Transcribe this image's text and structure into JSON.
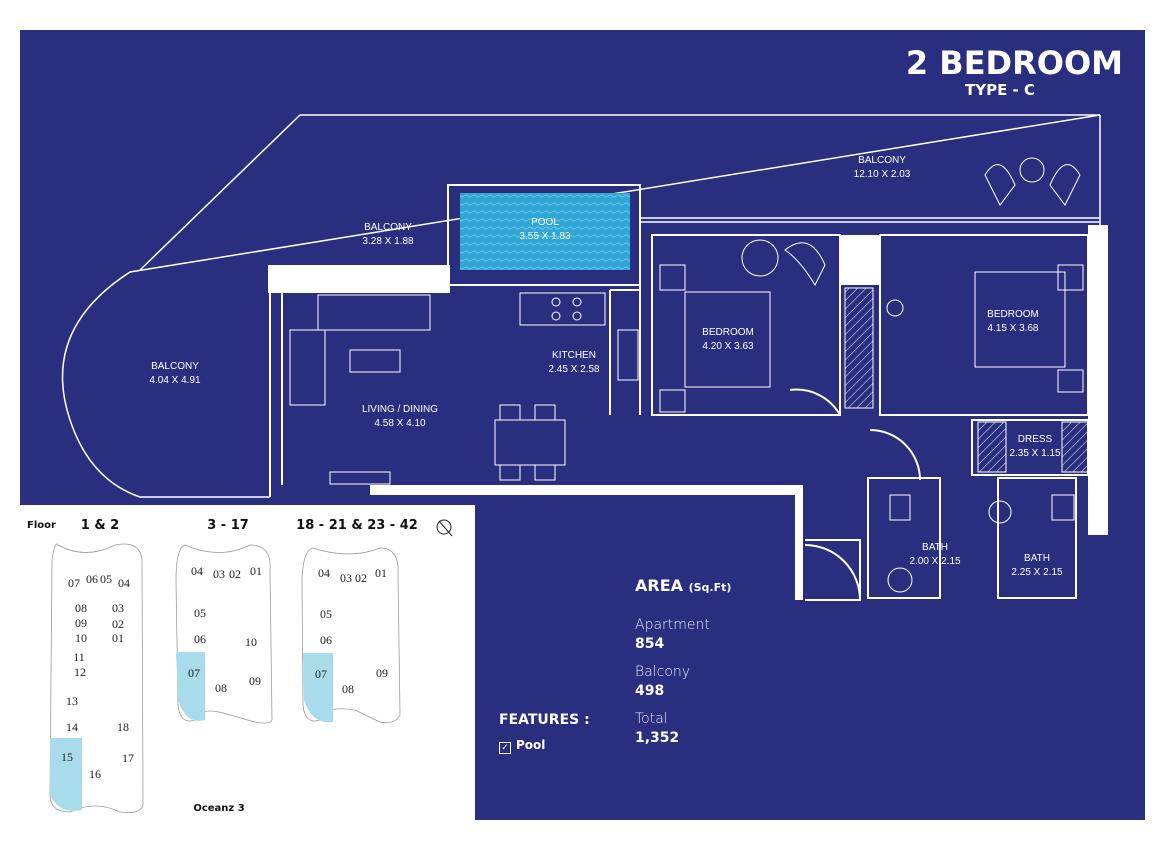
{
  "title": {
    "main": "2 BEDROOM",
    "sub": "TYPE - C"
  },
  "rooms": [
    {
      "name": "BALCONY",
      "size": "12.10 X 2.03"
    },
    {
      "name": "BALCONY",
      "size": "3.28 X 1.88"
    },
    {
      "name": "POOL",
      "size": "3.55 X 1.83"
    },
    {
      "name": "BALCONY",
      "size": "4.04 X 4.91"
    },
    {
      "name": "KITCHEN",
      "size": "2.45 X 2.58"
    },
    {
      "name": "LIVING / DINING",
      "size": "4.58 X 4.10"
    },
    {
      "name": "BEDROOM",
      "size": "4.20 X 3.63"
    },
    {
      "name": "BEDROOM",
      "size": "4.15 X 3.68"
    },
    {
      "name": "DRESS",
      "size": "2.35 X 1.15"
    },
    {
      "name": "BATH",
      "size": "2.00 X 2.15"
    },
    {
      "name": "BATH",
      "size": "2.25 X 2.15"
    }
  ],
  "keyplan": {
    "floor_label": "Floor",
    "groups": [
      {
        "floors": "1 & 2",
        "units": [
          "07",
          "06",
          "05",
          "04",
          "08",
          "03",
          "09",
          "02",
          "10",
          "01",
          "11",
          "12",
          "13",
          "14",
          "15",
          "16",
          "17",
          "18"
        ],
        "highlight": "15"
      },
      {
        "floors": "3 - 17",
        "units": [
          "04",
          "03",
          "02",
          "01",
          "05",
          "06",
          "10",
          "07",
          "08",
          "09"
        ],
        "highlight": "07"
      },
      {
        "floors": "18 - 21 & 23 - 42",
        "units": [
          "04",
          "03",
          "02",
          "01",
          "05",
          "06",
          "07",
          "08",
          "09"
        ],
        "highlight": "07"
      }
    ],
    "building": "Oceanz 3"
  },
  "area": {
    "heading": "AREA",
    "unit": "(Sq.Ft)",
    "items": [
      {
        "label": "Apartment",
        "value": "854"
      },
      {
        "label": "Balcony",
        "value": "498"
      },
      {
        "label": "Total",
        "value": "1,352"
      }
    ]
  },
  "features": {
    "heading": "FEATURES :",
    "items": [
      {
        "label": "Pool",
        "checked": true
      }
    ]
  },
  "colors": {
    "background": "#2a2e7f",
    "highlight": "#a9dcea",
    "pool": "#2fa6d6"
  }
}
